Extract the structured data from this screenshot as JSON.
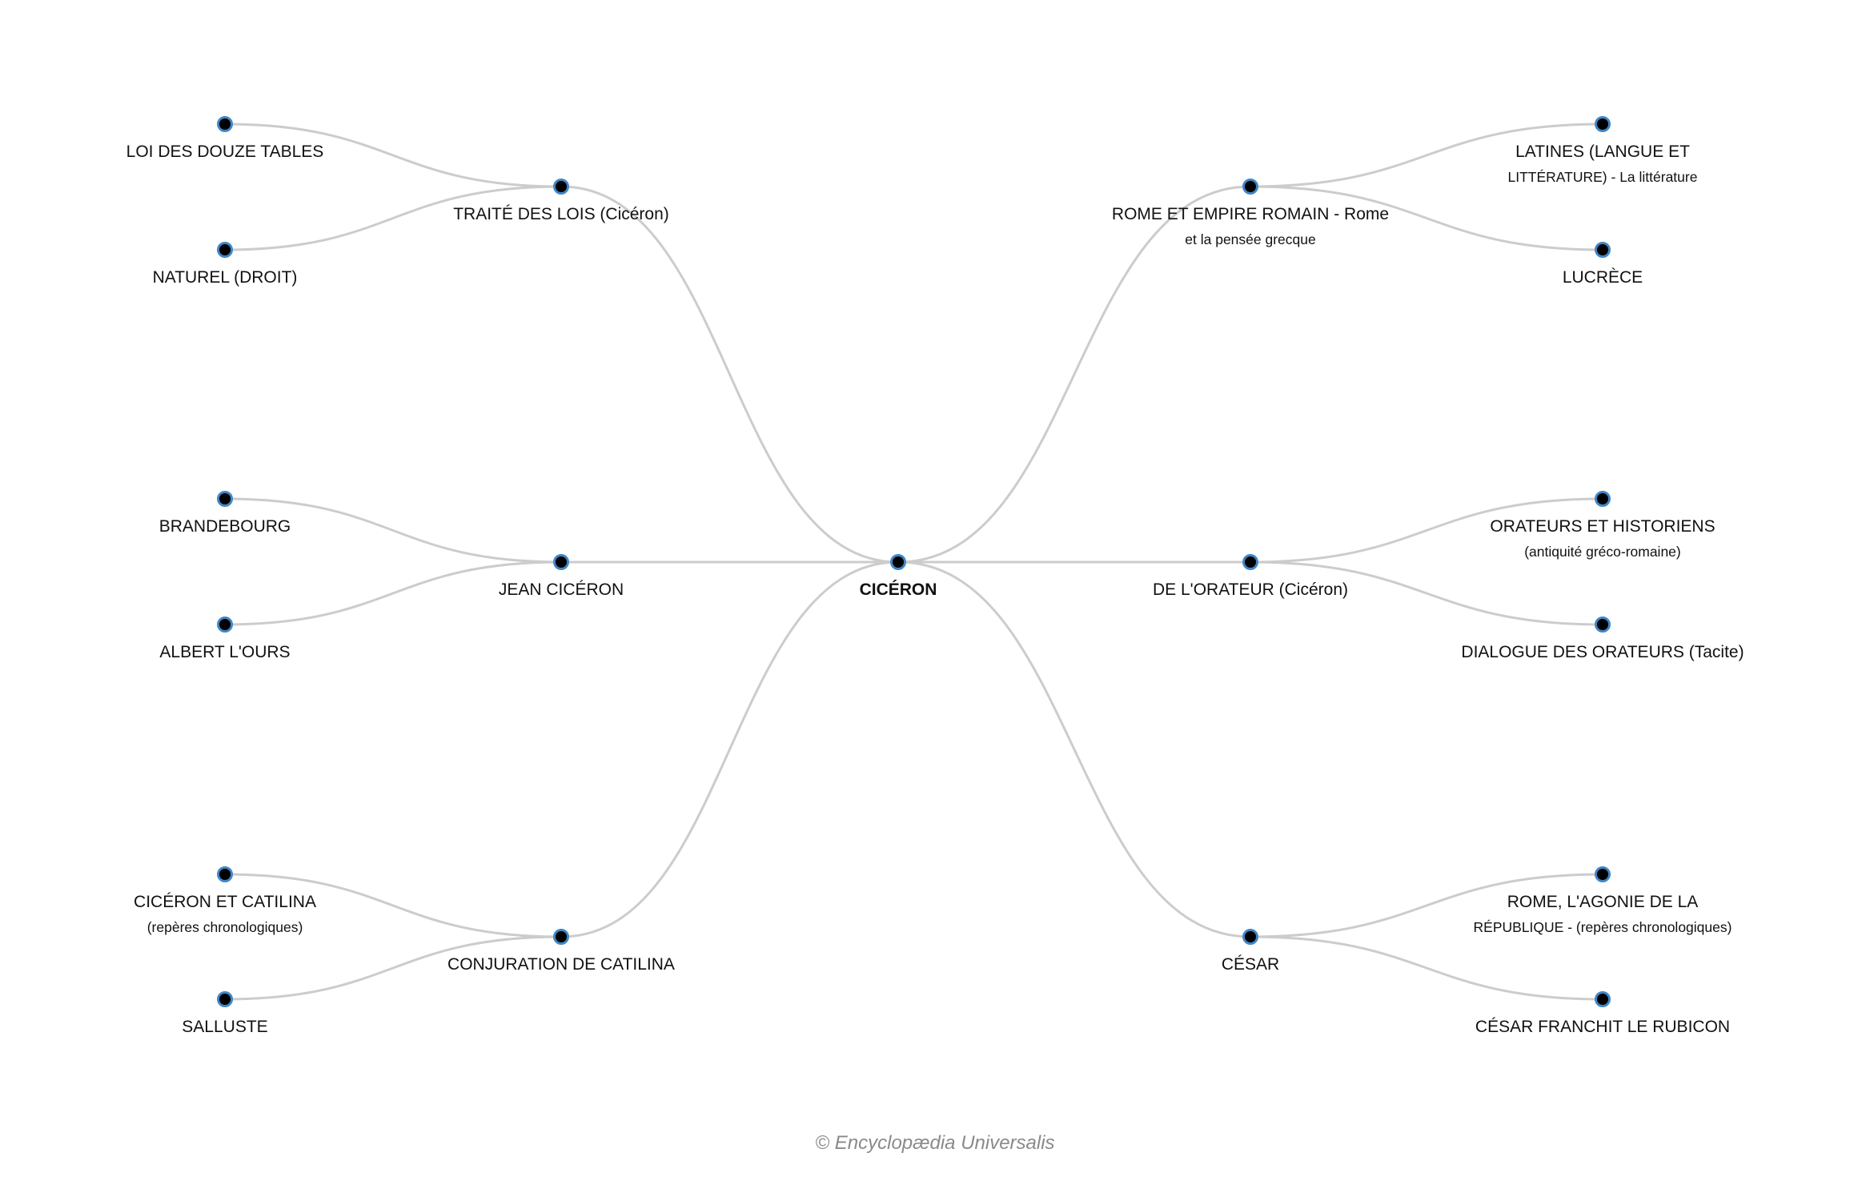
{
  "graph": {
    "root": {
      "id": "ciceron",
      "label": "CICÉRON"
    },
    "nodes": [
      {
        "id": "traite",
        "label": [
          "TRAITÉ DES LOIS (Cicéron)"
        ],
        "parent": "ciceron",
        "side": "left",
        "slot": 0
      },
      {
        "id": "jean",
        "label": [
          "JEAN CICÉRON"
        ],
        "parent": "ciceron",
        "side": "left",
        "slot": 1
      },
      {
        "id": "conjuration",
        "label": [
          "CONJURATION DE CATILINA"
        ],
        "parent": "ciceron",
        "side": "left",
        "slot": 2
      },
      {
        "id": "rome",
        "label": [
          "ROME ET EMPIRE ROMAIN - Rome",
          "et la pensée grecque"
        ],
        "parent": "ciceron",
        "side": "right",
        "slot": 0
      },
      {
        "id": "orateur",
        "label": [
          "DE L'ORATEUR (Cicéron)"
        ],
        "parent": "ciceron",
        "side": "right",
        "slot": 1
      },
      {
        "id": "cesar",
        "label": [
          "CÉSAR"
        ],
        "parent": "ciceron",
        "side": "right",
        "slot": 2
      },
      {
        "id": "loi",
        "label": [
          "LOI DES DOUZE TABLES"
        ],
        "parent": "traite",
        "side": "left",
        "slot": 0
      },
      {
        "id": "naturel",
        "label": [
          "NATUREL (DROIT)"
        ],
        "parent": "traite",
        "side": "left",
        "slot": 1
      },
      {
        "id": "brandebourg",
        "label": [
          "BRANDEBOURG"
        ],
        "parent": "jean",
        "side": "left",
        "slot": 2
      },
      {
        "id": "albert",
        "label": [
          "ALBERT L'OURS"
        ],
        "parent": "jean",
        "side": "left",
        "slot": 3
      },
      {
        "id": "ciceron-catilina",
        "label": [
          "CICÉRON ET CATILINA",
          "(repères chronologiques)"
        ],
        "parent": "conjuration",
        "side": "left",
        "slot": 4
      },
      {
        "id": "salluste",
        "label": [
          "SALLUSTE"
        ],
        "parent": "conjuration",
        "side": "left",
        "slot": 5
      },
      {
        "id": "latines",
        "label": [
          "LATINES (LANGUE ET",
          "LITTÉRATURE) - La littérature"
        ],
        "parent": "rome",
        "side": "right",
        "slot": 0
      },
      {
        "id": "lucrece",
        "label": [
          "LUCRÈCE"
        ],
        "parent": "rome",
        "side": "right",
        "slot": 1
      },
      {
        "id": "orateurs-historiens",
        "label": [
          "ORATEURS ET HISTORIENS",
          "(antiquité gréco-romaine)"
        ],
        "parent": "orateur",
        "side": "right",
        "slot": 2
      },
      {
        "id": "dialogue",
        "label": [
          "DIALOGUE DES ORATEURS (Tacite)"
        ],
        "parent": "orateur",
        "side": "right",
        "slot": 3
      },
      {
        "id": "rome-agonie",
        "label": [
          "ROME, L'AGONIE DE LA",
          "RÉPUBLIQUE - (repères chronologiques)"
        ],
        "parent": "cesar",
        "side": "right",
        "slot": 4
      },
      {
        "id": "cesar-rubicon",
        "label": [
          "CÉSAR FRANCHIT LE RUBICON"
        ],
        "parent": "cesar",
        "side": "right",
        "slot": 5
      }
    ]
  },
  "footer": {
    "copyright": "© Encyclopædia Universalis"
  },
  "colors": {
    "edge": "#cccccc",
    "node_fill": "#000000",
    "node_stroke": "#3f87c7",
    "copyright": "#8a8a8a"
  }
}
